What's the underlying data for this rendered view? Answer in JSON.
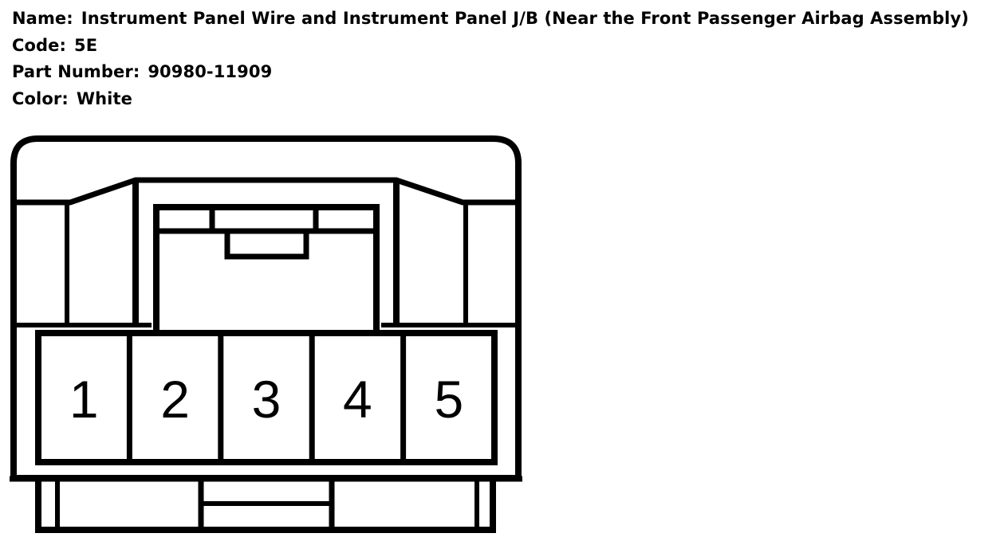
{
  "header": {
    "name_label": "Name:",
    "name_value": "Instrument Panel Wire and Instrument Panel J/B (Near the Front Passenger Airbag Assembly)",
    "code_label": "Code:",
    "code_value": "5E",
    "part_label": "Part Number:",
    "part_value": "90980-11909",
    "color_label": "Color:",
    "color_value": "White"
  },
  "connector": {
    "pins": [
      "1",
      "2",
      "3",
      "4",
      "5"
    ],
    "line_color": "#000000",
    "background_color": "#ffffff"
  }
}
